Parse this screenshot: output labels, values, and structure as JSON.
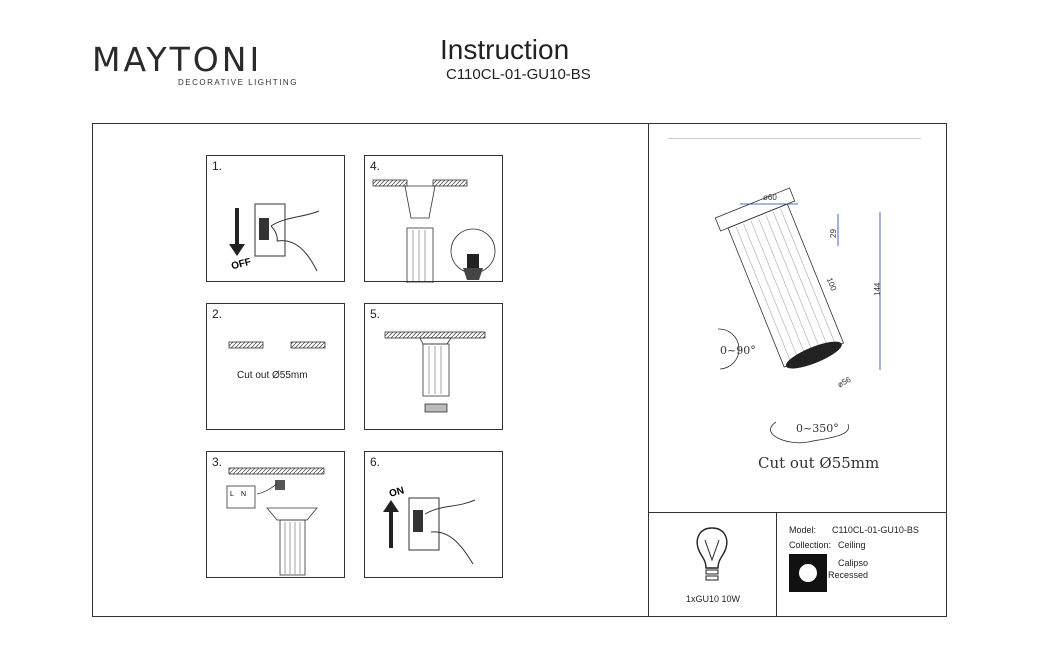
{
  "brand": {
    "name": "MAYTONI",
    "tagline": "DECORATIVE LIGHTING"
  },
  "header": {
    "title": "Instruction",
    "model": "C110CL-01-GU10-BS"
  },
  "steps": [
    {
      "num": "1.",
      "switch_text": "OFF"
    },
    {
      "num": "2.",
      "caption": "Cut out Ø55mm"
    },
    {
      "num": "3.",
      "terminals": [
        "L",
        "N"
      ]
    },
    {
      "num": "4."
    },
    {
      "num": "5."
    },
    {
      "num": "6.",
      "switch_text": "ON"
    }
  ],
  "drawing": {
    "dims": {
      "d60": "ø60",
      "h29": "29",
      "l100": "100",
      "h144": "144",
      "d56": "ø56"
    },
    "tilt": "0~90°",
    "rotate": "0~350°",
    "cutout": "Cut out Ø55mm"
  },
  "specs": {
    "lamp": "1xGU10 10W",
    "model_label": "Model:",
    "model_value": "C110CL-01-GU10-BS",
    "collection_label": "Collection:",
    "collection_value": "Ceiling",
    "name": "Calipso",
    "type": "Recessed"
  }
}
